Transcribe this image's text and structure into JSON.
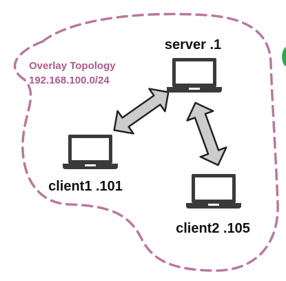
{
  "colors": {
    "cloud_stroke": "#b9789e",
    "overlay_text": "#b05a8a",
    "laptop_dark": "#3a3a3a",
    "laptop_screen": "#ffffff",
    "arrow_fill": "#cccccc",
    "arrow_stroke": "#222222",
    "edge_accent": "#2fa84a"
  },
  "overlay": {
    "title": "Overlay Topology",
    "subnet": "192.168.100.0/24"
  },
  "nodes": [
    {
      "id": "server",
      "label": "server .1",
      "icon": "laptop-icon"
    },
    {
      "id": "client1",
      "label": "client1 .101",
      "icon": "laptop-icon"
    },
    {
      "id": "client2",
      "label": "client2 .105",
      "icon": "laptop-icon"
    }
  ],
  "links": [
    {
      "from": "server",
      "to": "client1",
      "type": "bidirectional"
    },
    {
      "from": "server",
      "to": "client2",
      "type": "bidirectional"
    }
  ]
}
